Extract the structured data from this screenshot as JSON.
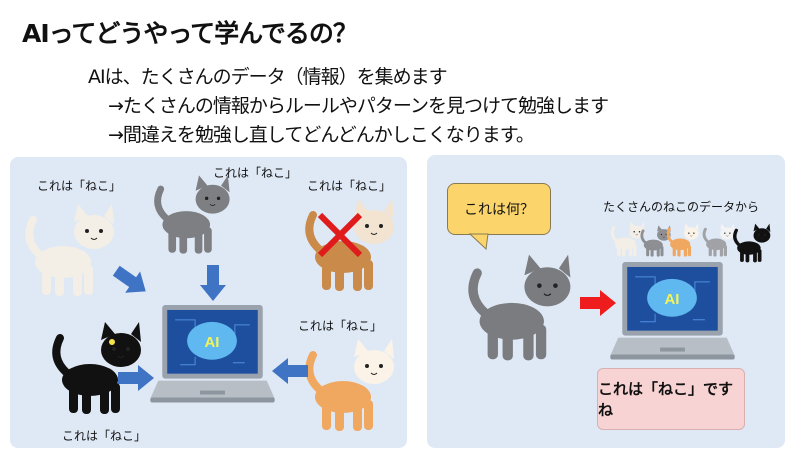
{
  "title": "AIってどうやって学んでるの？",
  "lines": [
    "AIは、たくさんのデータ（情報）を集めます",
    "→たくさんの情報からルールやパターンを見つけて勉強します",
    "→間違えを勉強し直してどんどんかしこくなります。"
  ],
  "left_panel": {
    "labels": [
      "これは「ねこ」",
      "これは「ねこ」",
      "これは「ねこ」",
      "これは「ねこ」",
      "これは「ねこ」"
    ],
    "laptop_text": "AI"
  },
  "right_panel": {
    "question": "これは何？",
    "data_caption": "たくさんのねこのデータから",
    "laptop_text": "AI",
    "answer": "これは「ねこ」ですね"
  },
  "colors": {
    "panel": "#dfe9f6",
    "bubble": "#fbd56b",
    "answer": "#f8d3d3",
    "blue_arrow": "#3f73c4",
    "red_arrow": "#ee1c1c"
  }
}
